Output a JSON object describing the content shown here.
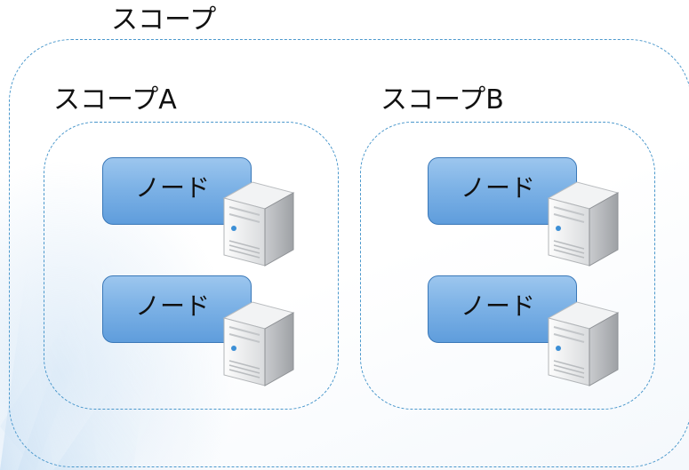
{
  "diagram": {
    "outer_scope": {
      "label": "スコープ"
    },
    "scopes": [
      {
        "label": "スコープA",
        "nodes": [
          {
            "label": "ノード"
          },
          {
            "label": "ノード"
          }
        ]
      },
      {
        "label": "スコープB",
        "nodes": [
          {
            "label": "ノード"
          },
          {
            "label": "ノード"
          }
        ]
      }
    ]
  },
  "icons": {
    "node_icon": "server-icon"
  },
  "colors": {
    "scope_border": "#4b98cc",
    "node_fill": "#7db2e6",
    "node_border": "#3a78b8",
    "text": "#111111"
  }
}
